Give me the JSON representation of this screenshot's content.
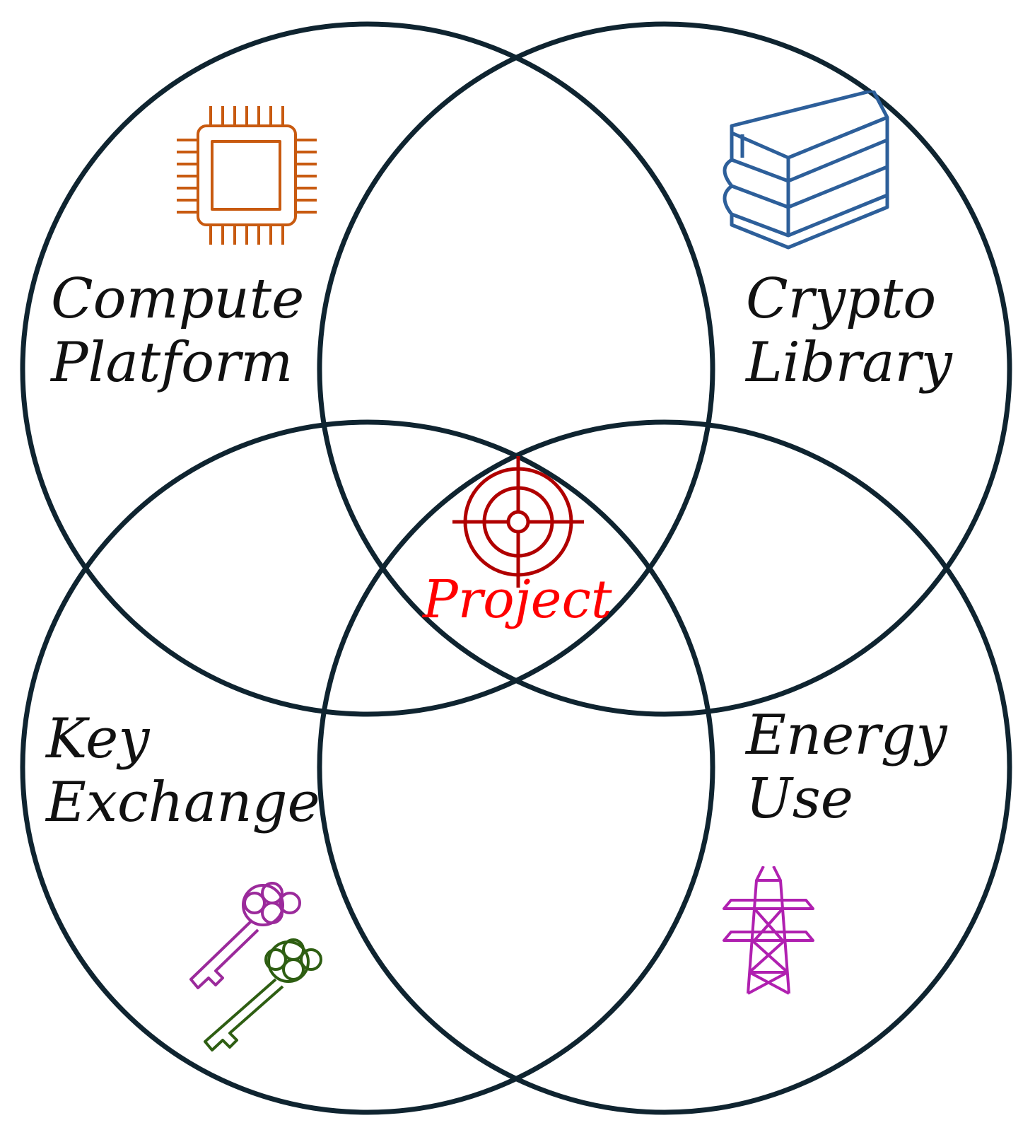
{
  "colors": {
    "circle_stroke": "#0f2430",
    "chip": "#c85a10",
    "books": "#2d5f9a",
    "target": "#b00000",
    "center_text": "#ff0000",
    "key_purple": "#9b2a9b",
    "key_green": "#2e5e12",
    "tower": "#b020b0"
  },
  "sets": {
    "compute_platform": {
      "line1": "Compute",
      "line2": "Platform",
      "icon": "cpu-chip-icon"
    },
    "crypto_library": {
      "line1": "Crypto",
      "line2": "Library",
      "icon": "stacked-books-icon"
    },
    "key_exchange": {
      "line1": "Key",
      "line2": "Exchange",
      "icon": "keys-icon"
    },
    "energy_use": {
      "line1": "Energy",
      "line2": "Use",
      "icon": "power-tower-icon"
    }
  },
  "center": {
    "label": "Project",
    "icon": "target-crosshair-icon"
  }
}
